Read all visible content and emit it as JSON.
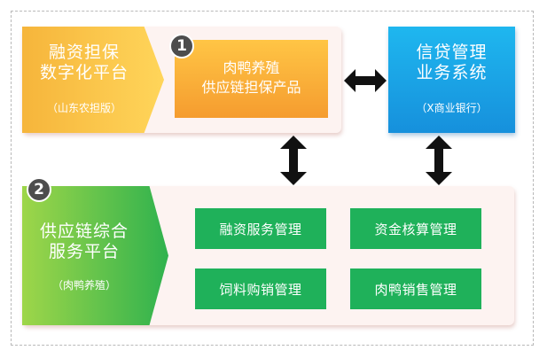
{
  "platform": {
    "title": "融资担保\n数字化平台",
    "subtitle": "（山东农担版）"
  },
  "product": {
    "number": "1",
    "label": "肉鸭养殖\n供应链担保产品"
  },
  "bank": {
    "title": "信贷管理\n业务系统",
    "subtitle": "（X商业银行）"
  },
  "supply_chain": {
    "number": "2",
    "title": "供应链综合\n服务平台",
    "subtitle": "（肉鸭养殖）"
  },
  "modules": [
    {
      "label": "融资服务管理"
    },
    {
      "label": "资金核算管理"
    },
    {
      "label": "饲料购销管理"
    },
    {
      "label": "肉鸭销售管理"
    }
  ],
  "colors": {
    "orange_accent": "#f59c2f",
    "yellow_accent": "#ffd55a",
    "blue_accent": "#1690dc",
    "green_accent": "#1fb15a",
    "marker": "#4d4d4d",
    "arrow": "#111111"
  },
  "icons": {
    "horizontal_arrow": "double-headed-horizontal-arrow",
    "vertical_arrow": "double-headed-vertical-arrow"
  }
}
